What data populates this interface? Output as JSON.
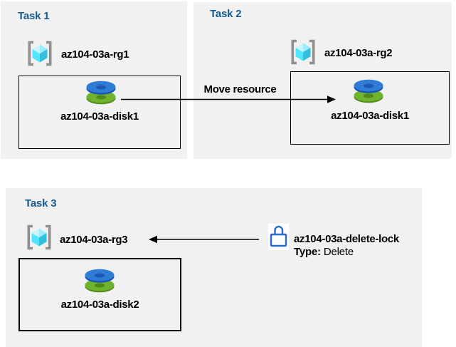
{
  "tasks": [
    {
      "title": "Task 1",
      "resource_group": {
        "name": "az104-03a-rg1",
        "icon": "resource-group-icon"
      },
      "resource": {
        "name": "az104-03a-disk1",
        "icon": "disk-icon"
      }
    },
    {
      "title": "Task 2",
      "resource_group": {
        "name": "az104-03a-rg2",
        "icon": "resource-group-icon"
      },
      "resource": {
        "name": "az104-03a-disk1",
        "icon": "disk-icon"
      }
    },
    {
      "title": "Task 3",
      "resource_group": {
        "name": "az104-03a-rg3",
        "icon": "resource-group-icon"
      },
      "resource": {
        "name": "az104-03a-disk2",
        "icon": "disk-icon"
      }
    }
  ],
  "arrows": [
    {
      "label": "Move resource",
      "direction": "right"
    },
    {
      "label": "",
      "direction": "left"
    }
  ],
  "lock": {
    "icon": "lock-icon",
    "name": "az104-03a-delete-lock",
    "type_label": "Type:",
    "type_value": "Delete"
  },
  "colors": {
    "panel_bg": "#f1f1f1",
    "title_blue": "#175a8f",
    "text": "#000000",
    "arrow": "#000000",
    "bracket_gray": "#8f8f8f",
    "cube_top_left": "#ccf4ff",
    "cube_top_right": "#9cebff",
    "cube_left": "#50e6ff",
    "cube_right": "#32bedd",
    "disk_blue": "#2e7cd6",
    "disk_blue_dark": "#1b57b3",
    "disk_green": "#6fb42c",
    "disk_green_dark": "#4f8a19",
    "lock_blue": "#2a69cf"
  }
}
